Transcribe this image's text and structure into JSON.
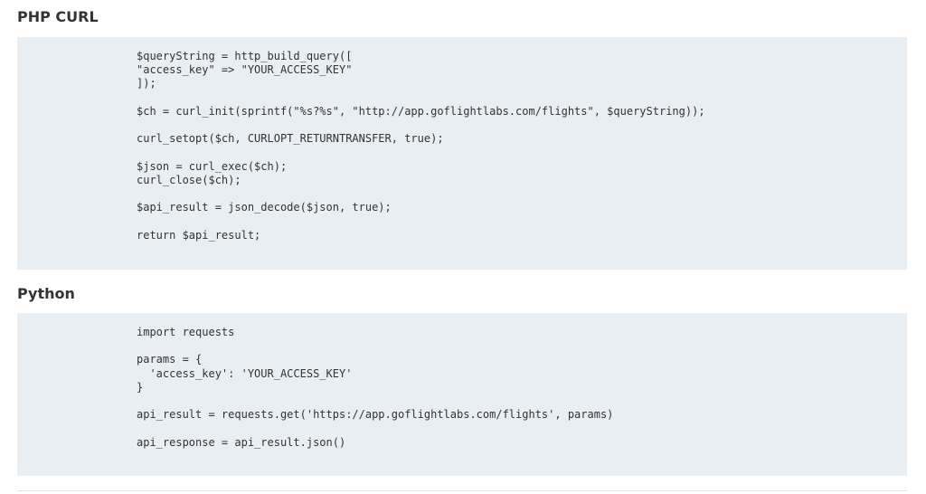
{
  "sections": [
    {
      "title": "PHP CURL",
      "code": "$queryString = http_build_query([\n\"access_key\" => \"YOUR_ACCESS_KEY\"\n]);\n\n$ch = curl_init(sprintf(\"%s?%s\", \"http://app.goflightlabs.com/flights\", $queryString));\n\ncurl_setopt($ch, CURLOPT_RETURNTRANSFER, true);\n\n$json = curl_exec($ch);\ncurl_close($ch);\n\n$api_result = json_decode($json, true);\n\nreturn $api_result;"
    },
    {
      "title": "Python",
      "code": "import requests\n\nparams = {\n  'access_key': 'YOUR_ACCESS_KEY'\n}\n\napi_result = requests.get('https://app.goflightlabs.com/flights', params)\n\napi_response = api_result.json()"
    }
  ],
  "colors": {
    "code_background": "#e9eef3",
    "text": "#333333",
    "divider": "#e5e5e5"
  }
}
